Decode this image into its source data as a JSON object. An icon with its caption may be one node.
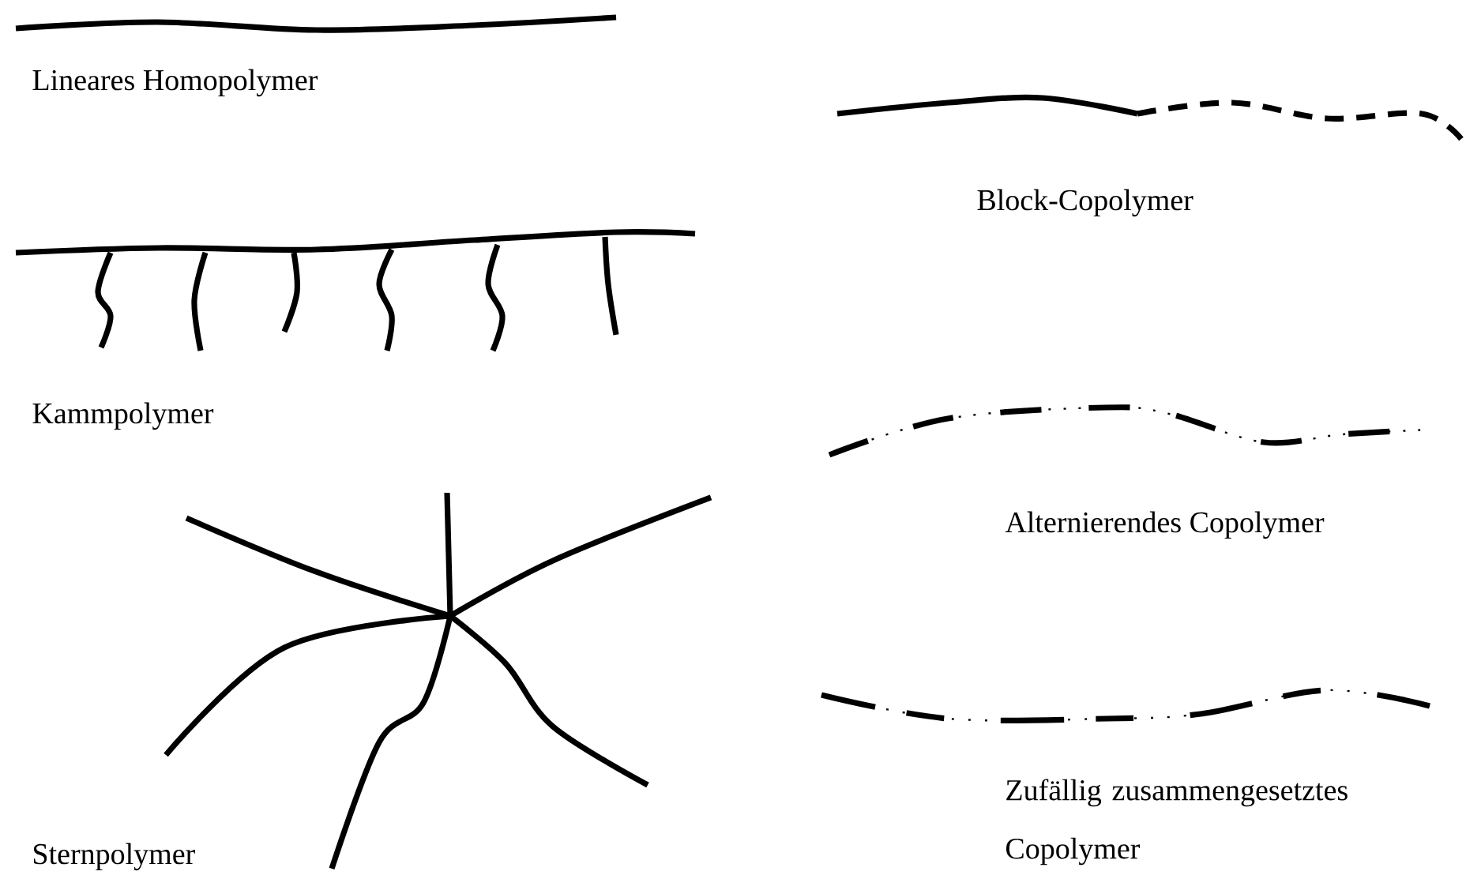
{
  "diagram": {
    "labels": [
      "Lineares Homopolymer",
      "Block-Copolymer",
      "Kammpolymer",
      "Alternierendes Copolymer",
      "Zufällig zusammengesetztes Copolymer",
      "Sternpolymer"
    ]
  }
}
